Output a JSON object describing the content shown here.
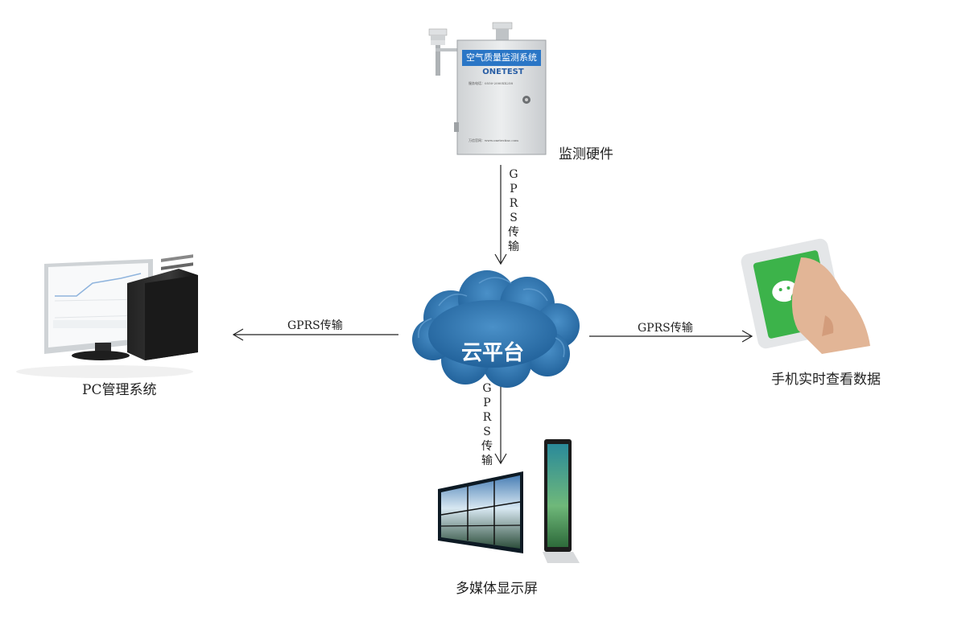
{
  "hardware": {
    "label": "监测硬件",
    "panel_title": "空气质量监测系统",
    "brand": "ONETEST",
    "service_line": "服务电话：0550-2000XX258",
    "website_line": "万信官网：www.onetestinc.com"
  },
  "cloud": {
    "label": "云平台"
  },
  "pc": {
    "label": "PC管理系统"
  },
  "phone": {
    "label": "手机实时查看数据"
  },
  "display": {
    "label": "多媒体显示屏"
  },
  "links": {
    "top": [
      "G",
      "P",
      "R",
      "S",
      "传",
      "输"
    ],
    "bottom": [
      "G",
      "P",
      "R",
      "S",
      "传",
      "输"
    ],
    "left": "GPRS传输",
    "right": "GPRS传输"
  },
  "colors": {
    "cloud": "#2f6fa8",
    "panel_banner": "#2a76c6",
    "phone_screen": "#3cb34a"
  }
}
